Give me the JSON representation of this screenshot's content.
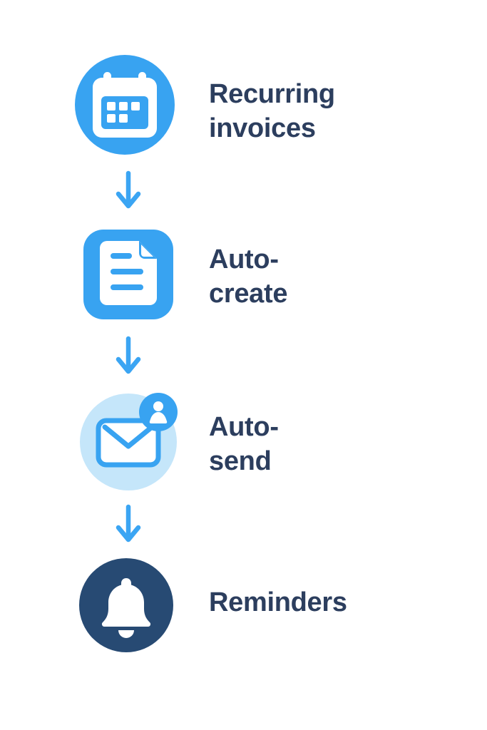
{
  "diagram": {
    "type": "vertical-process-flow",
    "steps": [
      {
        "id": "recurring-invoices",
        "label": "Recurring\ninvoices",
        "icon": "calendar-icon",
        "icon_shape": "blue-circle"
      },
      {
        "id": "auto-create",
        "label": "Auto-\ncreate",
        "icon": "document-icon",
        "icon_shape": "blue-rounded-square"
      },
      {
        "id": "auto-send",
        "label": "Auto-\nsend",
        "icon": "envelope-icon",
        "badge_icon": "user-badge-icon",
        "icon_shape": "pale-blue-circle"
      },
      {
        "id": "reminders",
        "label": "Reminders",
        "icon": "bell-icon",
        "icon_shape": "navy-circle"
      }
    ],
    "connectors": [
      {
        "from": "recurring-invoices",
        "to": "auto-create",
        "icon": "down-arrow-icon"
      },
      {
        "from": "auto-create",
        "to": "auto-send",
        "icon": "down-arrow-icon"
      },
      {
        "from": "auto-send",
        "to": "reminders",
        "icon": "down-arrow-icon"
      }
    ]
  },
  "colors": {
    "accent_blue": "#38A3F1",
    "pale_blue": "#C5E6FA",
    "navy": "#274A73",
    "text_navy": "#2C3E5E",
    "arrow_blue": "#3BA5F3",
    "background": "#FFFFFF"
  }
}
